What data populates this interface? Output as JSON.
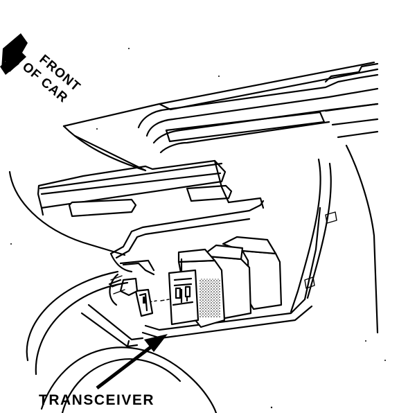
{
  "orientation_label": {
    "line1": "FRONT",
    "line2": "OF CAR"
  },
  "callout": {
    "label": "TRANSCEIVER"
  }
}
